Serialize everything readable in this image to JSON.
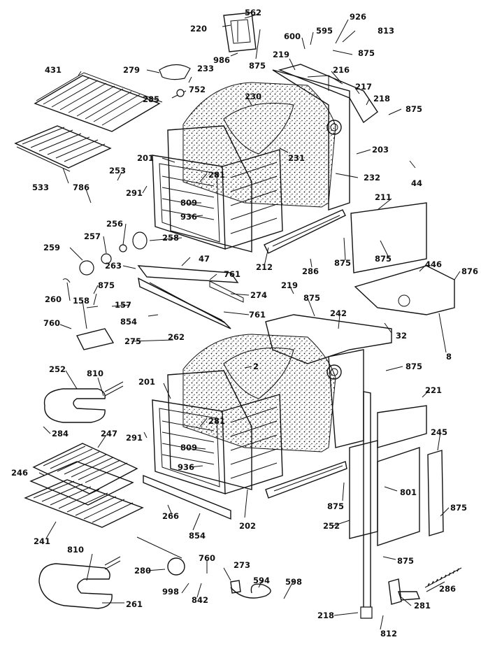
{
  "callouts": [
    {
      "id": "c562",
      "text": "562"
    },
    {
      "id": "c220",
      "text": "220"
    },
    {
      "id": "c986",
      "text": "986"
    },
    {
      "id": "c875a",
      "text": "875"
    },
    {
      "id": "c600",
      "text": "600"
    },
    {
      "id": "c595",
      "text": "595"
    },
    {
      "id": "c926",
      "text": "926"
    },
    {
      "id": "c813",
      "text": "813"
    },
    {
      "id": "c875b",
      "text": "875"
    },
    {
      "id": "c219a",
      "text": "219"
    },
    {
      "id": "c216",
      "text": "216"
    },
    {
      "id": "c217",
      "text": "217"
    },
    {
      "id": "c218a",
      "text": "218"
    },
    {
      "id": "c875c",
      "text": "875"
    },
    {
      "id": "c203",
      "text": "203"
    },
    {
      "id": "c44",
      "text": "44"
    },
    {
      "id": "c232",
      "text": "232"
    },
    {
      "id": "c431",
      "text": "431"
    },
    {
      "id": "c279",
      "text": "279"
    },
    {
      "id": "c233",
      "text": "233"
    },
    {
      "id": "c285",
      "text": "285"
    },
    {
      "id": "c752",
      "text": "752"
    },
    {
      "id": "c230",
      "text": "230"
    },
    {
      "id": "c231",
      "text": "231"
    },
    {
      "id": "c201a",
      "text": "201"
    },
    {
      "id": "c253",
      "text": "253"
    },
    {
      "id": "c281a",
      "text": "281"
    },
    {
      "id": "c533",
      "text": "533"
    },
    {
      "id": "c786",
      "text": "786"
    },
    {
      "id": "c291a",
      "text": "291"
    },
    {
      "id": "c809a",
      "text": "809"
    },
    {
      "id": "c936a",
      "text": "936"
    },
    {
      "id": "c211",
      "text": "211"
    },
    {
      "id": "c875d",
      "text": "875"
    },
    {
      "id": "c256",
      "text": "256"
    },
    {
      "id": "c258",
      "text": "258"
    },
    {
      "id": "c257",
      "text": "257"
    },
    {
      "id": "c259",
      "text": "259"
    },
    {
      "id": "c212",
      "text": "212"
    },
    {
      "id": "c286a",
      "text": "286"
    },
    {
      "id": "c875e",
      "text": "875"
    },
    {
      "id": "c446",
      "text": "446"
    },
    {
      "id": "c876",
      "text": "876"
    },
    {
      "id": "c47",
      "text": "47"
    },
    {
      "id": "c263",
      "text": "263"
    },
    {
      "id": "c761a",
      "text": "761"
    },
    {
      "id": "c260",
      "text": "260"
    },
    {
      "id": "c875f",
      "text": "875"
    },
    {
      "id": "c274",
      "text": "274"
    },
    {
      "id": "c219b",
      "text": "219"
    },
    {
      "id": "c158",
      "text": "158"
    },
    {
      "id": "c157",
      "text": "157"
    },
    {
      "id": "c875g",
      "text": "875"
    },
    {
      "id": "c854a",
      "text": "854"
    },
    {
      "id": "c761b",
      "text": "761"
    },
    {
      "id": "c242",
      "text": "242"
    },
    {
      "id": "c32",
      "text": "32"
    },
    {
      "id": "c760a",
      "text": "760"
    },
    {
      "id": "c262",
      "text": "262"
    },
    {
      "id": "c275",
      "text": "275"
    },
    {
      "id": "c8",
      "text": "8"
    },
    {
      "id": "c2",
      "text": "2"
    },
    {
      "id": "c875h",
      "text": "875"
    },
    {
      "id": "c252a",
      "text": "252"
    },
    {
      "id": "c810a",
      "text": "810"
    },
    {
      "id": "c201b",
      "text": "201"
    },
    {
      "id": "c221",
      "text": "221"
    },
    {
      "id": "c281b",
      "text": "281"
    },
    {
      "id": "c284",
      "text": "284"
    },
    {
      "id": "c247",
      "text": "247"
    },
    {
      "id": "c291b",
      "text": "291"
    },
    {
      "id": "c809b",
      "text": "809"
    },
    {
      "id": "c245",
      "text": "245"
    },
    {
      "id": "c246",
      "text": "246"
    },
    {
      "id": "c936b",
      "text": "936"
    },
    {
      "id": "c801",
      "text": "801"
    },
    {
      "id": "c875i",
      "text": "875"
    },
    {
      "id": "c875j",
      "text": "875"
    },
    {
      "id": "c266",
      "text": "266"
    },
    {
      "id": "c202",
      "text": "202"
    },
    {
      "id": "c252b",
      "text": "252"
    },
    {
      "id": "c241",
      "text": "241"
    },
    {
      "id": "c854b",
      "text": "854"
    },
    {
      "id": "c875k",
      "text": "875"
    },
    {
      "id": "c810b",
      "text": "810"
    },
    {
      "id": "c280",
      "text": "280"
    },
    {
      "id": "c760b",
      "text": "760"
    },
    {
      "id": "c273",
      "text": "273"
    },
    {
      "id": "c594",
      "text": "594"
    },
    {
      "id": "c598",
      "text": "598"
    },
    {
      "id": "c286b",
      "text": "286"
    },
    {
      "id": "c998",
      "text": "998"
    },
    {
      "id": "c842",
      "text": "842"
    },
    {
      "id": "c261a",
      "text": "261"
    },
    {
      "id": "c281c",
      "text": "281"
    },
    {
      "id": "c218b",
      "text": "218"
    },
    {
      "id": "c812",
      "text": "812"
    }
  ]
}
